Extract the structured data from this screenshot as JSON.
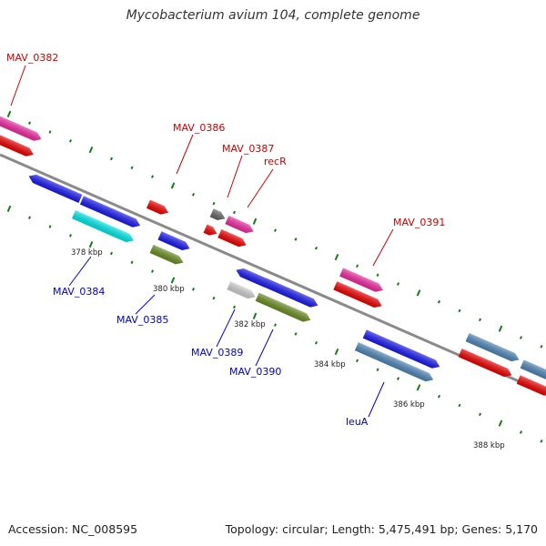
{
  "title": "Mycobacterium avium 104, complete genome",
  "footer": {
    "accession": "Accession: NC_008595",
    "topology": "Topology: circular; Length: 5,475,491 bp; Genes: 5,170"
  },
  "colors": {
    "backbone": "#8a8a8a",
    "ticks": "#1a7a1a",
    "label_forward": "#cc0000",
    "label_reverse": "#0000cc",
    "callout_forward": "#cc0000",
    "callout_reverse": "#0000cc"
  },
  "tick_labels": [
    "378 kbp",
    "380 kbp",
    "382 kbp",
    "384 kbp",
    "386 kbp",
    "388 kbp"
  ],
  "gene_labels": {
    "forward": [
      "MAV_0382",
      "MAV_0386",
      "MAV_0387",
      "recR",
      "MAV_0391"
    ],
    "reverse": [
      "MAV_0384",
      "MAV_0385",
      "MAV_0389",
      "MAV_0390",
      "leuA"
    ]
  },
  "feature_colors": {
    "pink": "#ee2aa0",
    "red": "#ee0000",
    "blue": "#1a1aee",
    "cyan": "#00e8e8",
    "olive": "#6b8e23",
    "steel": "#4f86b8",
    "gray": "#666666",
    "light": "#d0d0d0"
  }
}
